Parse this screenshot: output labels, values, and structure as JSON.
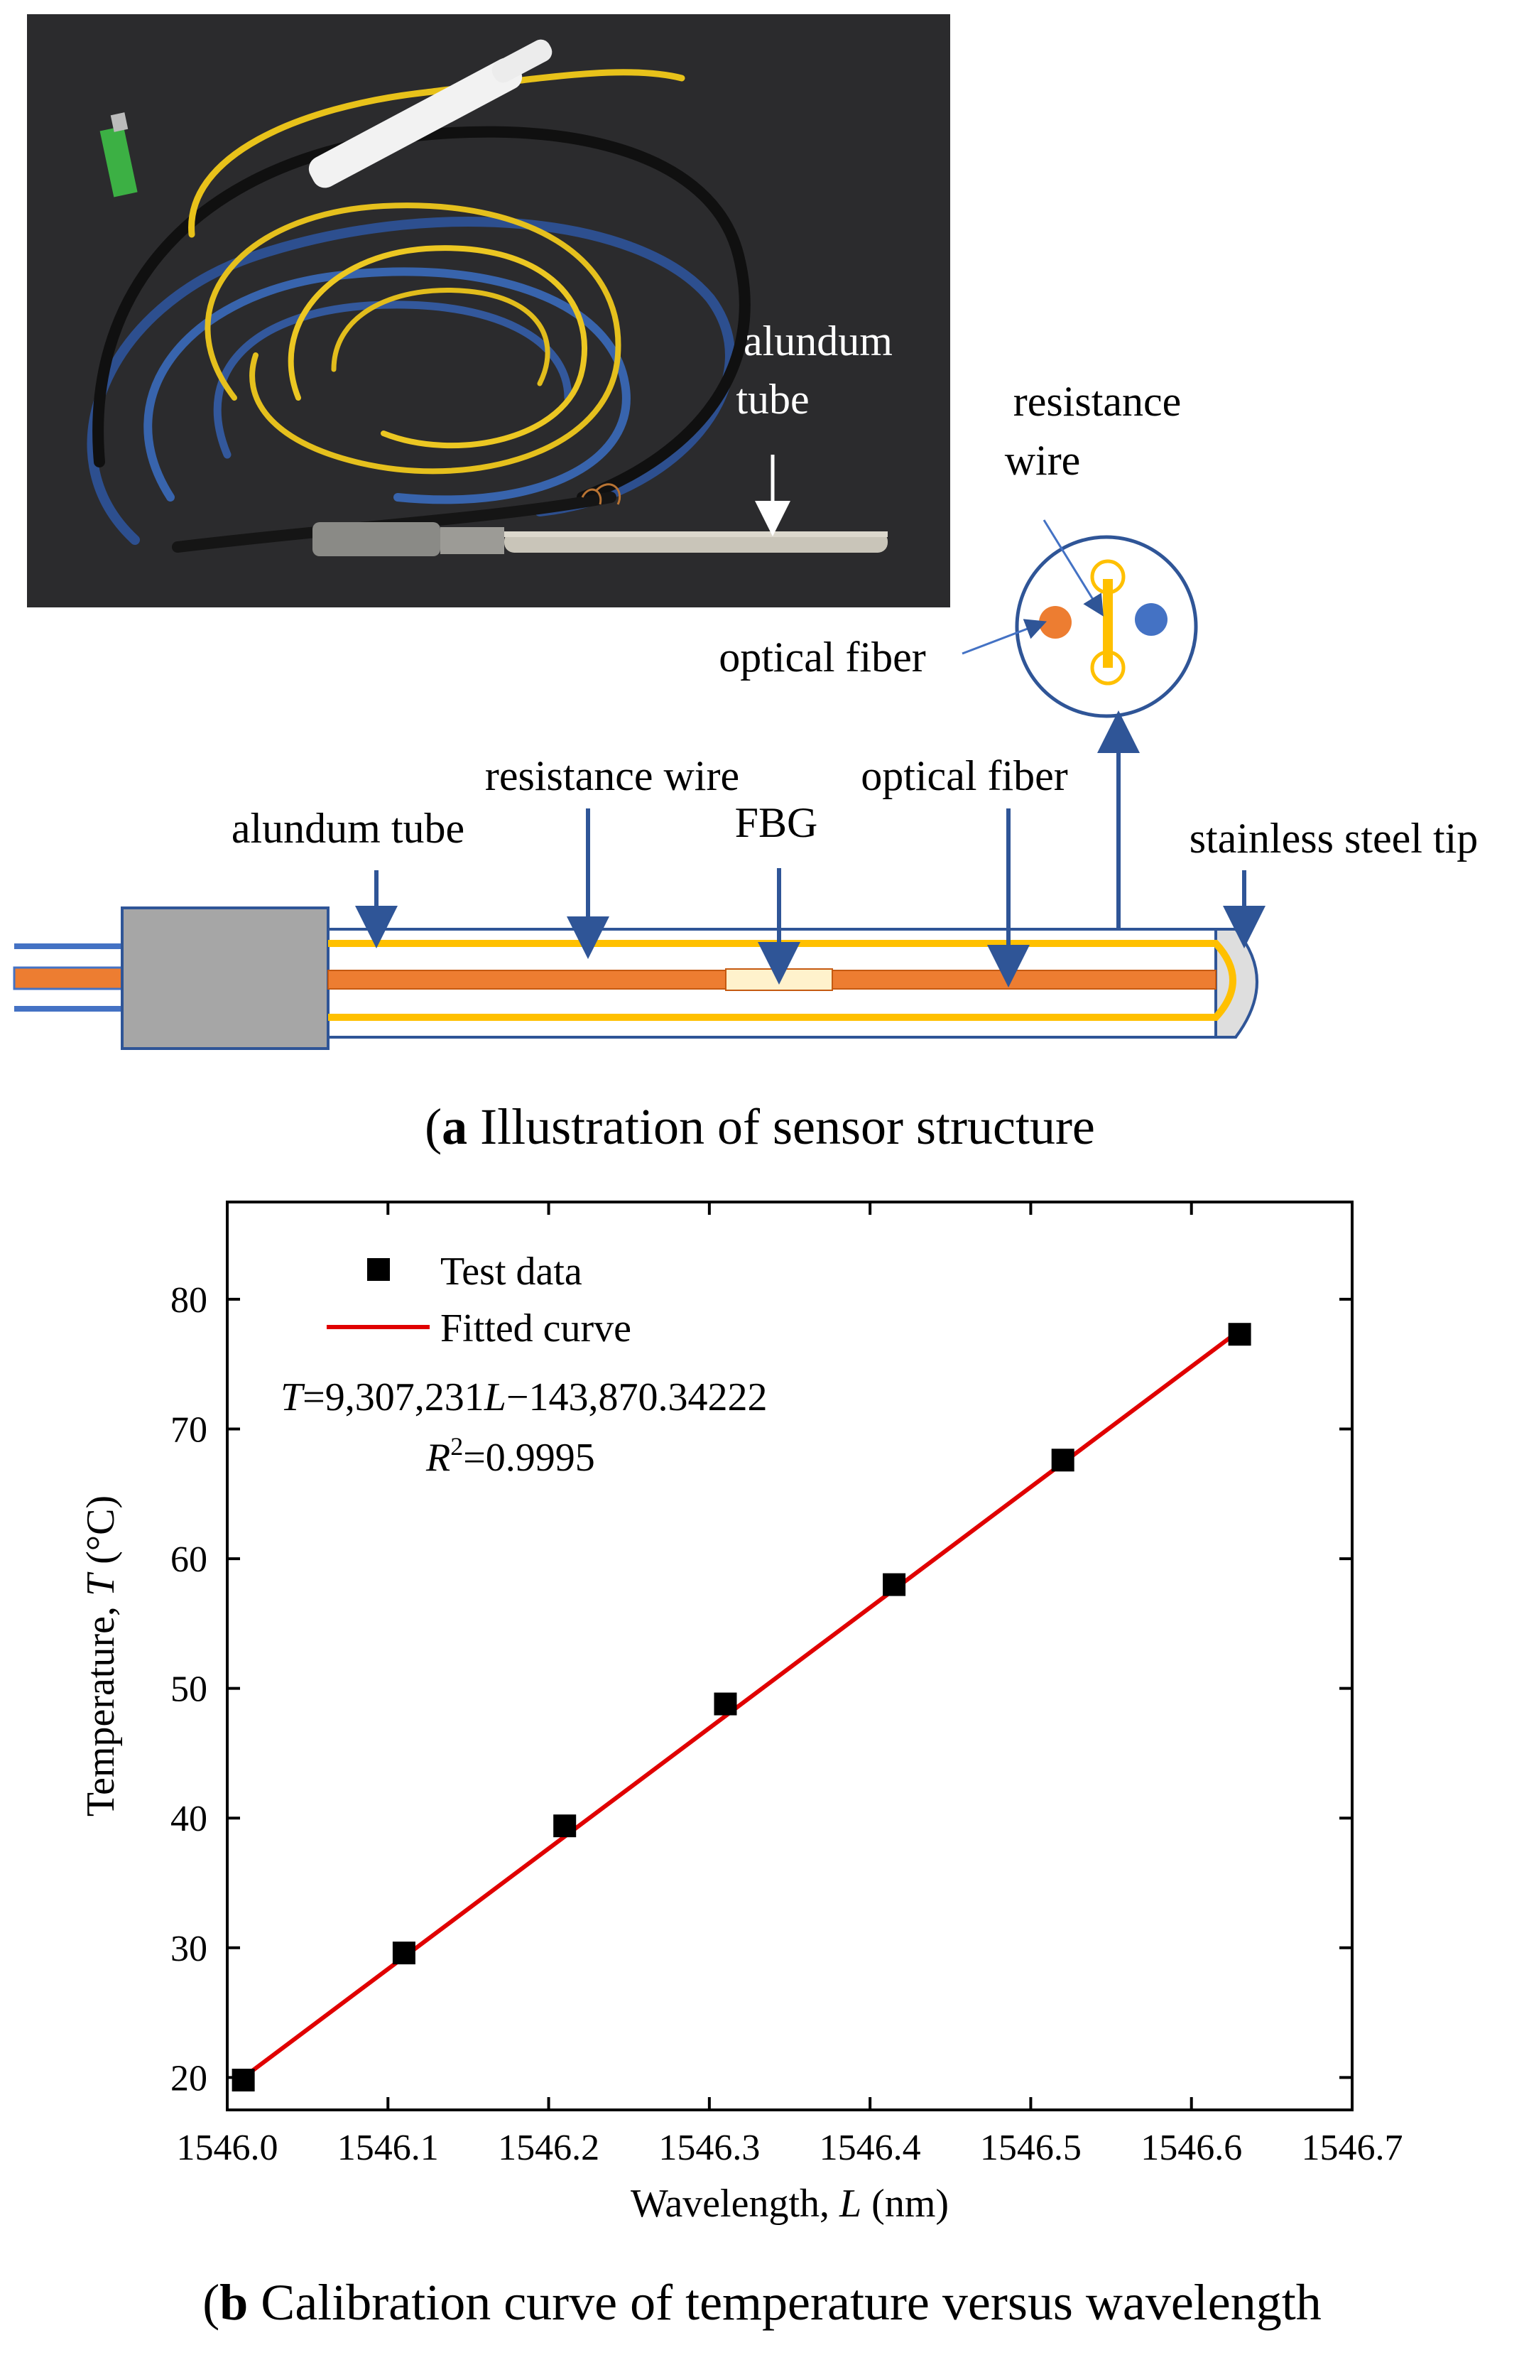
{
  "figure_a": {
    "photo_labels": {
      "alundum_tube_l1": "alundum",
      "alundum_tube_l2": "tube"
    },
    "cross_section_labels": {
      "resistance_wire_l1": "resistance",
      "resistance_wire_l2": "wire",
      "optical_fiber": "optical fiber"
    },
    "diagram_labels": {
      "alundum_tube": "alundum tube",
      "resistance_wire": "resistance wire",
      "fbg": "FBG",
      "optical_fiber": "optical fiber",
      "stainless_steel_tip": "stainless steel tip"
    },
    "caption_letter": "a",
    "caption_text": " Illustration of sensor structure",
    "colors": {
      "wire_blue": "#3d6eb4",
      "fiber_orange": "#ed7d31",
      "resistance_yellow": "#ffc000",
      "connector_gray": "#a5a5a5",
      "arrow_blue": "#2f5597"
    }
  },
  "chart_data": {
    "type": "scatter",
    "xlabel_prefix": "Wavelength, ",
    "xlabel_var": "L",
    "xlabel_unit": " (nm)",
    "ylabel_prefix": "Temperature, ",
    "ylabel_var": "T",
    "ylabel_unit": " (°C)",
    "xlim": [
      1546.0,
      1546.7
    ],
    "ylim": [
      17.5,
      87.5
    ],
    "xticks": [
      "1546.0",
      "1546.1",
      "1546.2",
      "1546.3",
      "1546.4",
      "1546.5",
      "1546.6",
      "1546.7"
    ],
    "xtick_values": [
      1546.0,
      1546.1,
      1546.2,
      1546.3,
      1546.4,
      1546.5,
      1546.6,
      1546.7
    ],
    "yticks": [
      "20",
      "30",
      "40",
      "50",
      "60",
      "70",
      "80"
    ],
    "ytick_values": [
      20,
      30,
      40,
      50,
      60,
      70,
      80
    ],
    "series": [
      {
        "name": "Test data",
        "kind": "scatter",
        "color": "#000000",
        "x": [
          1546.01,
          1546.11,
          1546.21,
          1546.31,
          1546.415,
          1546.52,
          1546.63
        ],
        "y": [
          19.8,
          29.6,
          39.4,
          48.8,
          58.0,
          67.6,
          77.3
        ]
      },
      {
        "name": "Fitted curve",
        "kind": "line",
        "color": "#e00000",
        "x": [
          1546.01,
          1546.63
        ],
        "y": [
          20.0,
          77.6
        ]
      }
    ],
    "equation": {
      "lhs_var": "T",
      "mid": "=9,307,231",
      "var2": "L",
      "rhs": "−143,870.34222"
    },
    "r2": {
      "var": "R",
      "sup": "2",
      "rhs": "=0.9995"
    },
    "legend_position": "top-left",
    "grid": false,
    "caption_letter": "b",
    "caption_text": " Calibration curve of temperature versus wavelength"
  }
}
